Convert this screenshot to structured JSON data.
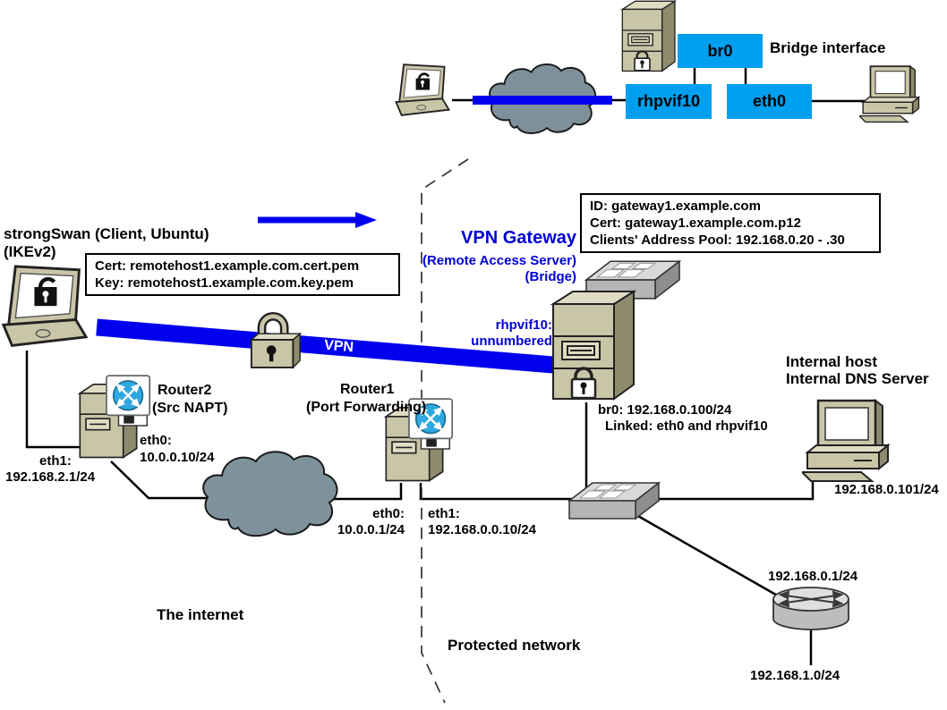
{
  "colors": {
    "interface_box_blue": "#009FEF",
    "vpn_blue": "#0000EE",
    "label_blue": "#0000D5",
    "server_tan": "#C9C5A7",
    "cloud_gray": "#7E929C"
  },
  "bridge_detail": {
    "title": "Bridge interface",
    "br0": "br0",
    "rhpvif10": "rhpvif10",
    "eth0": "eth0"
  },
  "client": {
    "title_line1": "strongSwan (Client, Ubuntu)",
    "title_line2": "(IKEv2)",
    "cert": "Cert: remotehost1.example.com.cert.pem",
    "key": "Key: remotehost1.example.com.key.pem"
  },
  "vpn_tunnel": {
    "label": "VPN"
  },
  "gateway": {
    "title": "VPN Gateway",
    "subtitle1": "(Remote Access Server)",
    "subtitle2": "(Bridge)",
    "info_id": "ID: gateway1.example.com",
    "info_cert": "Cert: gateway1.example.com.p12",
    "info_pool": "Clients' Address Pool: 192.168.0.20 - .30",
    "if_rhpvif10_line1": "rhpvif10:",
    "if_rhpvif10_line2": "unnumbered",
    "if_br0_line1": "br0: 192.168.0.100/24",
    "if_br0_line2": "Linked: eth0 and rhpvif10"
  },
  "router2": {
    "name": "Router2",
    "role": "(Src NAPT)",
    "eth0_label": "eth0:",
    "eth0_ip": "10.0.0.10/24",
    "eth1_label": "eth1:",
    "eth1_ip": "192.168.2.1/24"
  },
  "router1": {
    "name": "Router1",
    "role": "(Port Forwarding)",
    "eth0_label": "eth0:",
    "eth0_ip": "10.0.0.1/24",
    "eth1_label": "eth1:",
    "eth1_ip": "192.168.0.0.10/24"
  },
  "internal_host": {
    "name_line1": "Internal host",
    "name_line2": "Internal DNS Server",
    "ip": "192.168.0.101/24"
  },
  "internal_router": {
    "ip": "192.168.0.1/24",
    "subnet": "192.168.1.0/24"
  },
  "zones": {
    "internet": "The internet",
    "protected": "Protected network"
  }
}
